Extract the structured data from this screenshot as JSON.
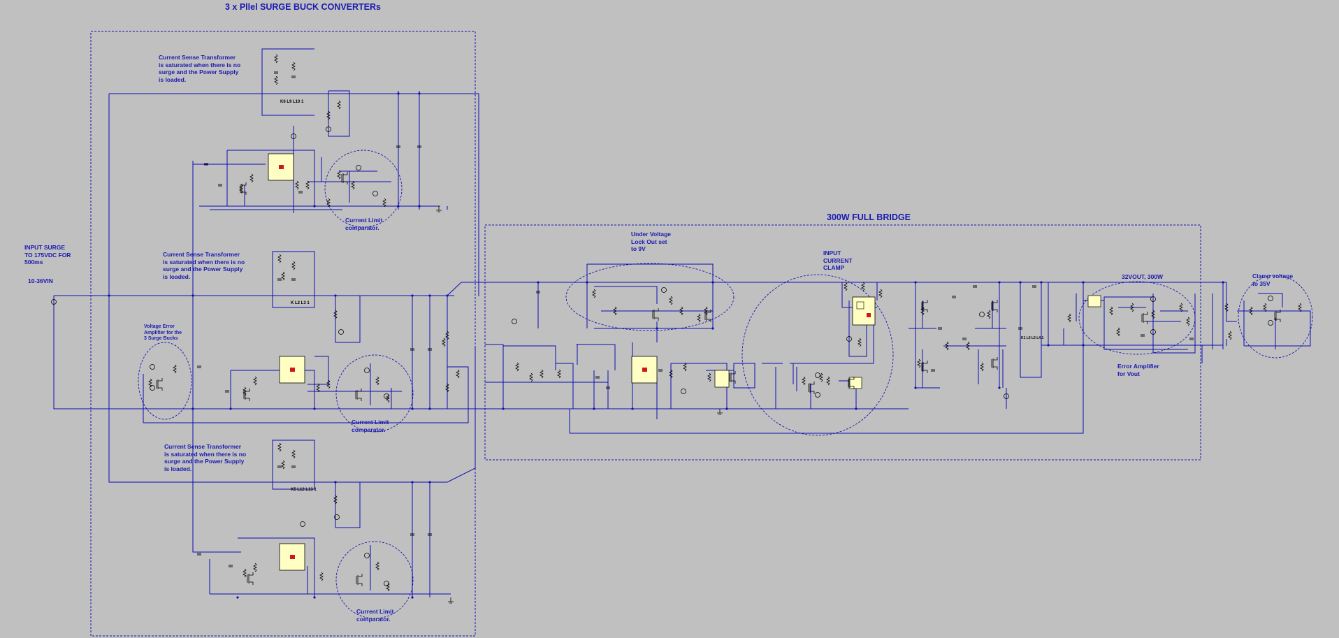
{
  "titles": {
    "buck_block": "3 x Pllel SURGE BUCK CONVERTERs",
    "bridge_block": "300W FULL BRIDGE"
  },
  "notes": {
    "input_surge": "INPUT SURGE\nTO 175VDC FOR\n500ms",
    "input_range": "10-36VIN",
    "cst_1": "Current Sense Transformer\nis saturated when there is no\nsurge and the Power Supply\nis loaded.",
    "cst_2": "Current Sense Transformer\nis saturated when there is no\nsurge and the Power Supply\nis loaded.",
    "cst_3": "Current Sense Transformer\nis saturated when there is no\nsurge and the Power Supply\nis loaded.",
    "cl_1": "Current Limit\ncomparator.",
    "cl_2": "Current Limit\ncomparator.",
    "cl_3": "Current Limit\ncomparator.",
    "vea": "Voltage Error\nAmplifier for the\n3 Surge Bucks",
    "uvlo": "Under Voltage\nLock Out set\nto 9V",
    "input_clamp": "INPUT\nCURRENT\nCLAMP",
    "vout": "32VOUT, 300W",
    "err_amp": "Error Amplifier\nfor Vout",
    "clamp_v": "Clamp voltage\nto 35V"
  },
  "refdes": {
    "k1": "K6 L9 L10 1",
    "k2": "K L2 L3 1",
    "k3": "K5 L12 L13 1",
    "k4": "K1 L6 L5 L4 1"
  }
}
